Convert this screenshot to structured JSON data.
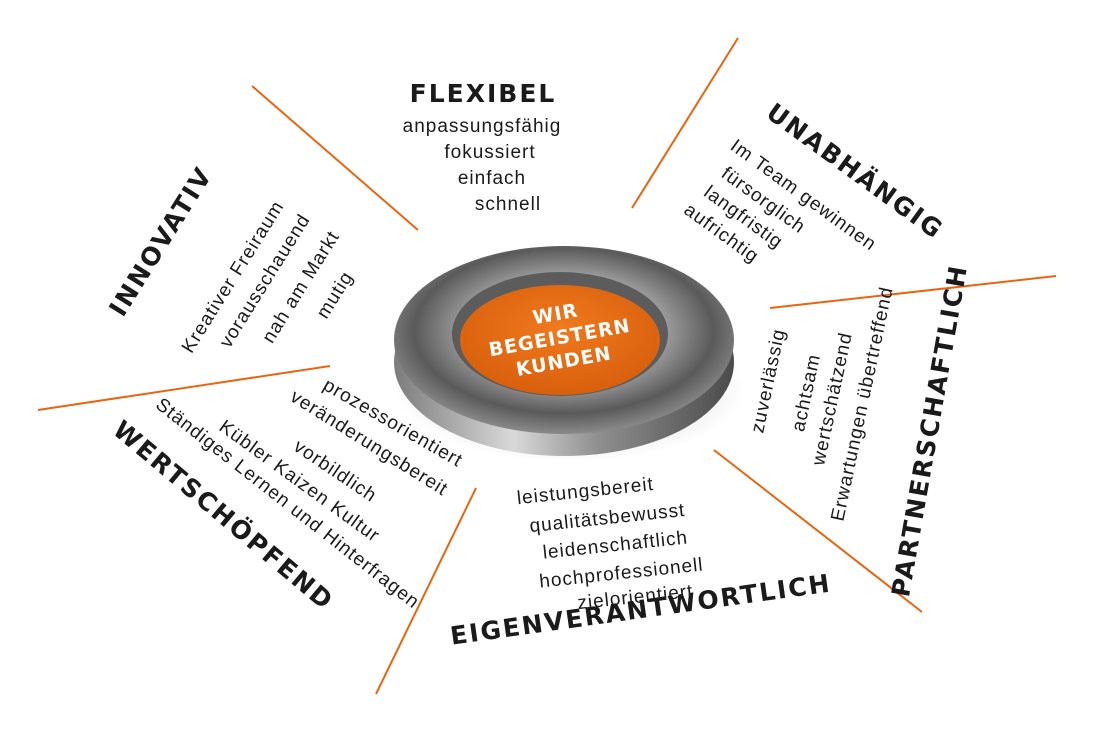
{
  "center": {
    "lines": [
      "WIR",
      "BEGEISTERN",
      "KUNDEN"
    ]
  },
  "colors": {
    "accent": "#e8650f",
    "ring": "#6e6e6e",
    "text": "#1a1a1a"
  },
  "sections": [
    {
      "heading": "FLEXIBEL",
      "items": [
        "anpassungsfähig",
        "fokussiert",
        "einfach",
        "schnell"
      ]
    },
    {
      "heading": "UNABHÄNGIG",
      "items": [
        "Im Team gewinnen",
        "fürsorglich",
        "langfristig",
        "aufrichtig"
      ]
    },
    {
      "heading": "PARTNERSCHAFTLICH",
      "items": [
        "zuverlässig",
        "achtsam",
        "wertschätzend",
        "Erwartungen übertreffend"
      ]
    },
    {
      "heading": "EIGENVERANTWORTLICH",
      "items": [
        "leistungsbereit",
        "qualitätsbewusst",
        "leidenschaftlich",
        "hochprofessionell",
        "zielorientiert"
      ]
    },
    {
      "heading": "WERTSCHÖPFEND",
      "items": [
        "prozessorientiert",
        "veränderungsbereit",
        "vorbildlich",
        "Kübler Kaizen Kultur",
        "Ständiges Lernen und Hinterfragen"
      ]
    },
    {
      "heading": "INNOVATIV",
      "items": [
        "Kreativer Freiraum",
        "vorausschauend",
        "nah am Markt",
        "mutig"
      ]
    }
  ]
}
